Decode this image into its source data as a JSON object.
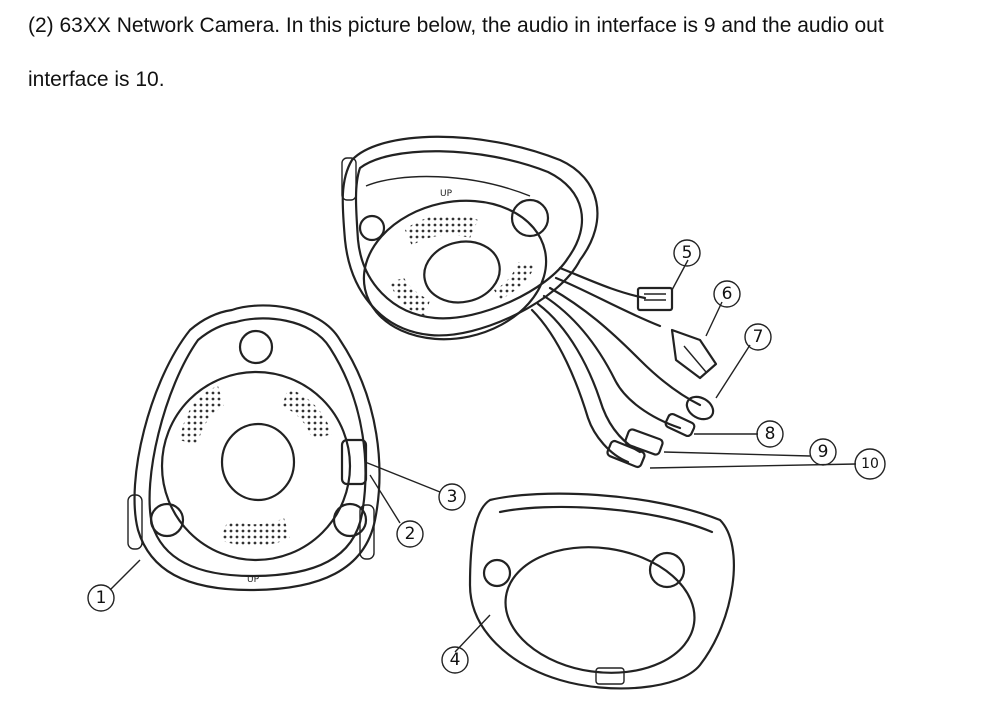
{
  "document": {
    "paragraph_line1": "(2) 63XX Network Camera. In this picture below, the audio in interface is 9 and the audio out",
    "paragraph_line2": "interface is 10."
  },
  "figure": {
    "callouts": [
      "1",
      "2",
      "3",
      "4",
      "5",
      "6",
      "7",
      "8",
      "9",
      "10"
    ],
    "label_top_camera": "UP",
    "label_front_camera": "UP"
  }
}
